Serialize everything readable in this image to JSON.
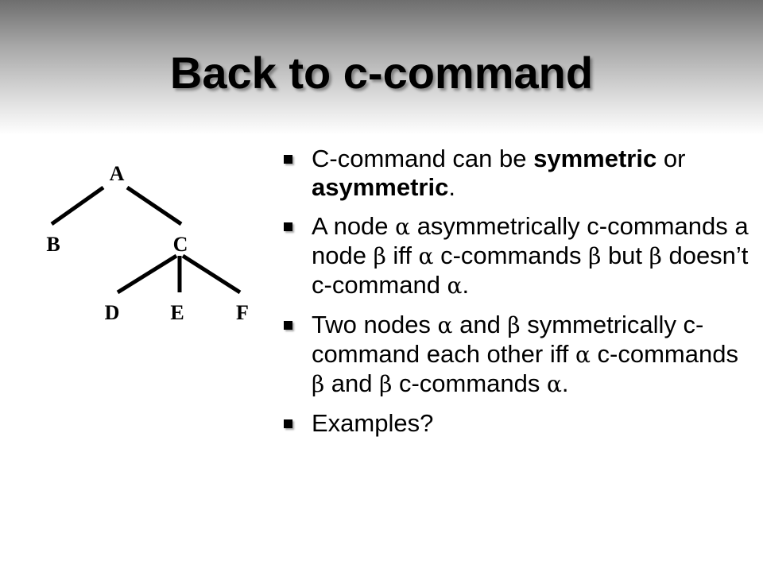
{
  "slide": {
    "title": "Back to c-command"
  },
  "tree": {
    "nodes": [
      "A",
      "B",
      "C",
      "D",
      "E",
      "F"
    ]
  },
  "bullets": [
    {
      "parts": [
        {
          "t": "C-command can be "
        },
        {
          "t": "symmetric",
          "b": true
        },
        {
          "t": " or "
        },
        {
          "t": "asymmetric",
          "b": true
        },
        {
          "t": "."
        }
      ]
    },
    {
      "parts": [
        {
          "t": "A node "
        },
        {
          "t": "α",
          "g": true
        },
        {
          "t": " asymmetrically c-commands a node "
        },
        {
          "t": "β",
          "g": true
        },
        {
          "t": " iff "
        },
        {
          "t": "α",
          "g": true
        },
        {
          "t": " c-commands "
        },
        {
          "t": "β",
          "g": true
        },
        {
          "t": " but "
        },
        {
          "t": "β",
          "g": true
        },
        {
          "t": " doesn’t c-command "
        },
        {
          "t": "α",
          "g": true
        },
        {
          "t": "."
        }
      ]
    },
    {
      "parts": [
        {
          "t": "Two nodes "
        },
        {
          "t": "α",
          "g": true
        },
        {
          "t": " and "
        },
        {
          "t": "β",
          "g": true
        },
        {
          "t": " symmetrically c-command each other iff "
        },
        {
          "t": "α",
          "g": true
        },
        {
          "t": " c-commands "
        },
        {
          "t": "β",
          "g": true
        },
        {
          "t": " and "
        },
        {
          "t": "β",
          "g": true
        },
        {
          "t": " c-commands "
        },
        {
          "t": "α",
          "g": true
        },
        {
          "t": "."
        }
      ]
    },
    {
      "parts": [
        {
          "t": "Examples?"
        }
      ]
    }
  ]
}
